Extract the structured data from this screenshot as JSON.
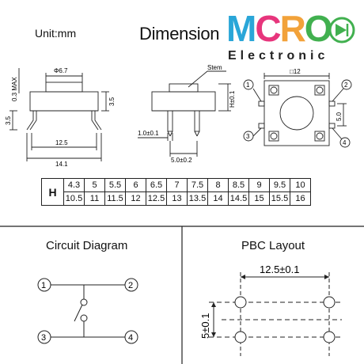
{
  "header": {
    "unit": "Unit:mm",
    "title": "Dimension",
    "logo_line1": "MCRO",
    "logo_line2": "Electronic",
    "logo_colors": [
      "#2aa6d8",
      "#e7357c",
      "#f2a23a",
      "#41b04f"
    ]
  },
  "drawing": {
    "side": {
      "dia": "Φ6.7",
      "max": "0.3 MAX",
      "h35r": "3.5",
      "h35l": "3.5",
      "w125": "12.5",
      "w141": "14.1"
    },
    "front": {
      "stem": "Stem",
      "h": "H±0.1",
      "p1": "1.0±0.1",
      "p50": "5.0±0.2"
    },
    "top": {
      "sq": "□12",
      "v50": "5.0",
      "pins": [
        "1",
        "2",
        "3",
        "4"
      ]
    }
  },
  "h_table": {
    "label": "H",
    "row1": [
      "4.3",
      "5",
      "5.5",
      "6",
      "6.5",
      "7",
      "7.5",
      "8",
      "8.5",
      "9",
      "9.5",
      "10"
    ],
    "row2": [
      "10.5",
      "11",
      "11.5",
      "12",
      "12.5",
      "13",
      "13.5",
      "14",
      "14.5",
      "15",
      "15.5",
      "16"
    ]
  },
  "circuit": {
    "title": "Circuit Diagram",
    "pins": [
      "1",
      "2",
      "3",
      "4"
    ]
  },
  "pcb": {
    "title": "PBC Layout",
    "w": "12.5±0.1",
    "h": "5±0.1"
  }
}
